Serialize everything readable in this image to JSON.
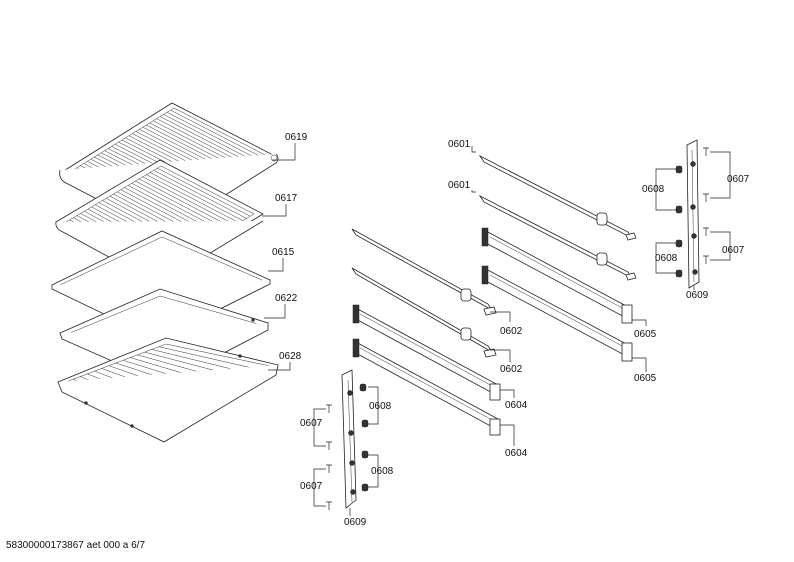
{
  "labels": {
    "p0619": "0619",
    "p0617": "0617",
    "p0615": "0615",
    "p0622": "0622",
    "p0628": "0628",
    "p0601a": "0601",
    "p0601b": "0601",
    "p0602a": "0602",
    "p0602b": "0602",
    "p0604a": "0604",
    "p0604b": "0604",
    "p0605a": "0605",
    "p0605b": "0605",
    "p0607a": "0607",
    "p0607b": "0607",
    "p0607c": "0607",
    "p0607d": "0607",
    "p0608a": "0608",
    "p0608b": "0608",
    "p0608c": "0608",
    "p0608d": "0608",
    "p0609a": "0609",
    "p0609b": "0609"
  },
  "footer": "58300000173867 aet 000 a 6/7"
}
